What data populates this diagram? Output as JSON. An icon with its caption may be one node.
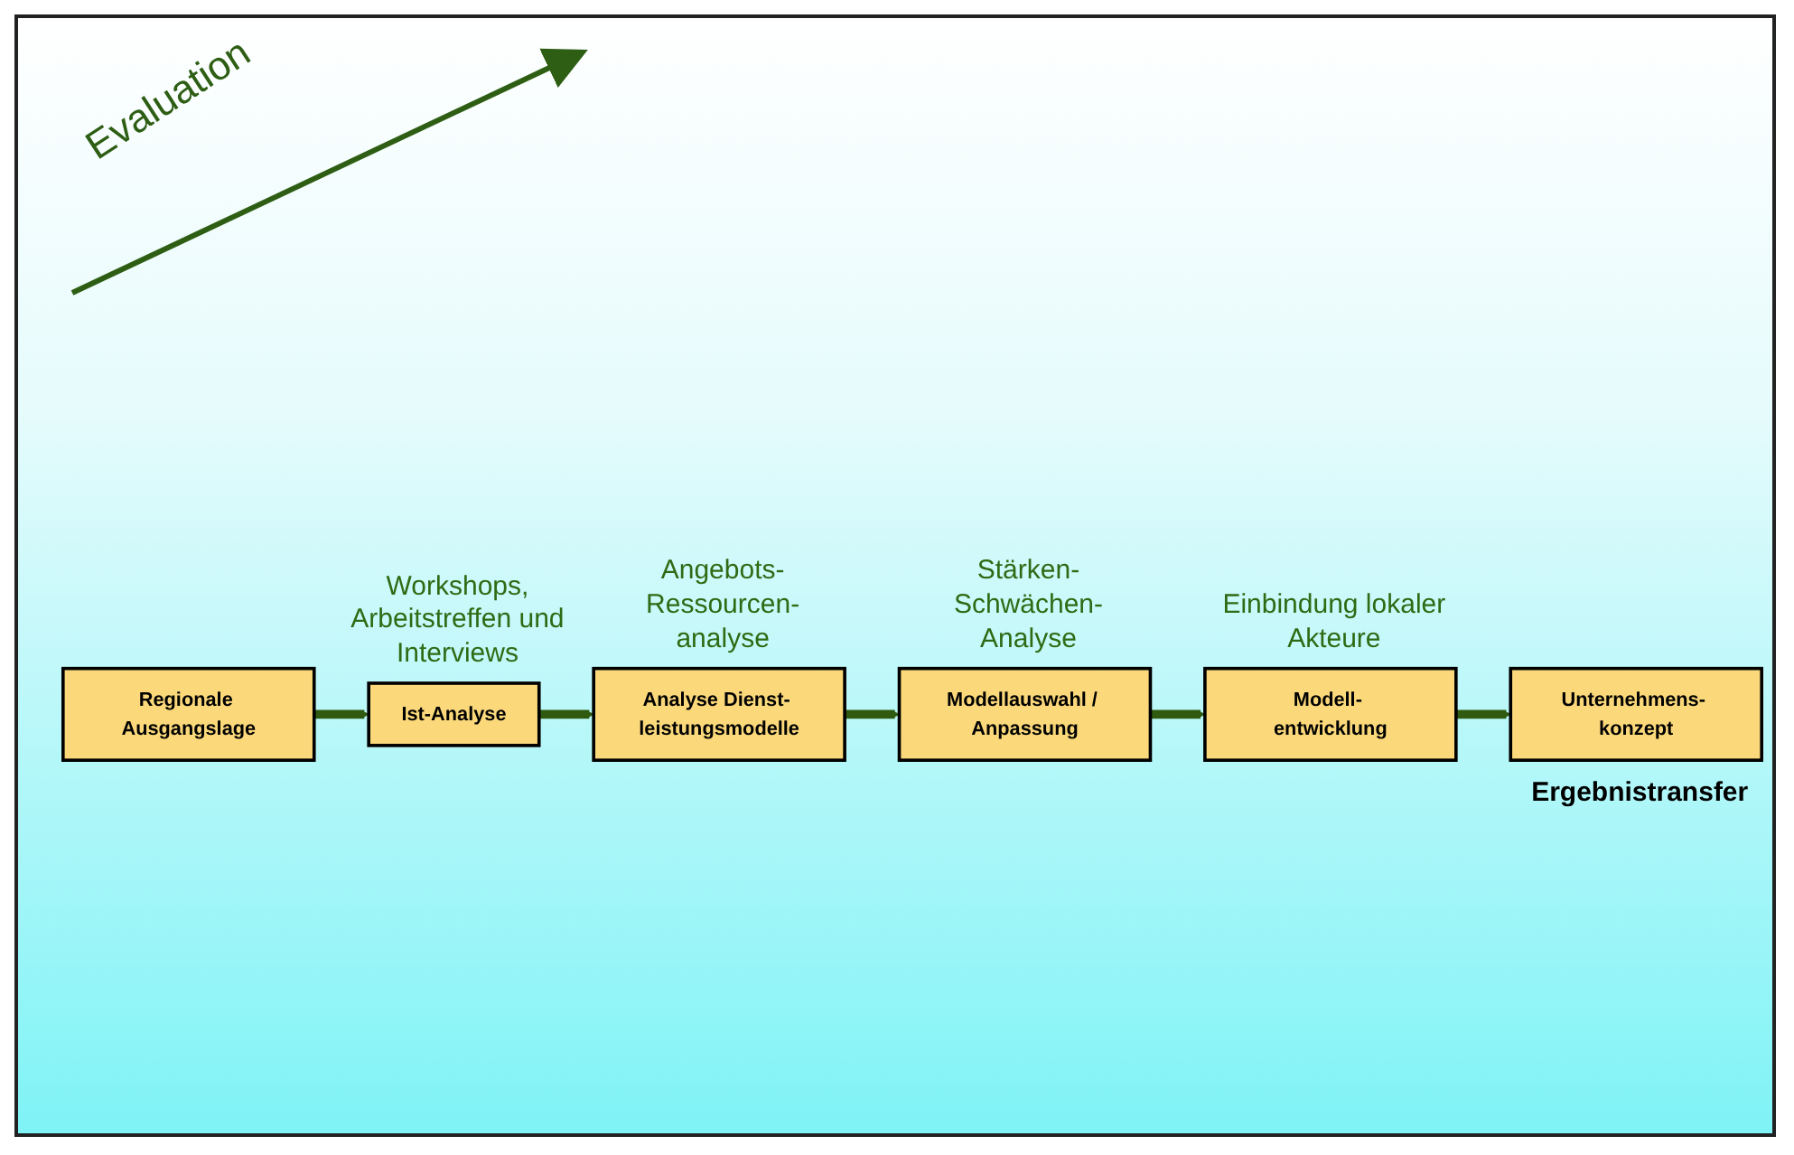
{
  "diagram": {
    "nodes": [
      {
        "text": [
          "Regionale Ausgangslage"
        ]
      },
      {
        "text": [
          "Ist-Analyse"
        ],
        "beside": [
          "Workshops, Arbeitstreffen und Interviews"
        ]
      },
      {
        "text": [
          "Analyse Dienst- leistungsmodelle"
        ],
        "beside": [
          "Angebots- Ressourcen- analyse"
        ]
      },
      {
        "text": [
          "Modellauswahl / Anpassung"
        ],
        "beside": [
          "Stärken- Schwächen- Analyse"
        ]
      },
      {
        "text": [
          "Modell- entwicklung"
        ],
        "beside": [
          "Einbindung lokaler Akteure"
        ]
      },
      {
        "text": [
          "Unternehmens- konzept"
        ],
        "beside": [
          "Ergebnistransfer"
        ]
      }
    ],
    "edges": [
      {
        "from": 0,
        "to": 1,
        "arrow": "to"
      },
      {
        "from": 1,
        "to": 2,
        "arrow": "to"
      },
      {
        "from": 2,
        "to": 3,
        "arrow": "to"
      },
      {
        "from": 3,
        "to": 4,
        "arrow": "to"
      },
      {
        "from": 4,
        "to": 5,
        "arrow": "to"
      }
    ],
    "labels": [
      "Evaluation"
    ]
  }
}
